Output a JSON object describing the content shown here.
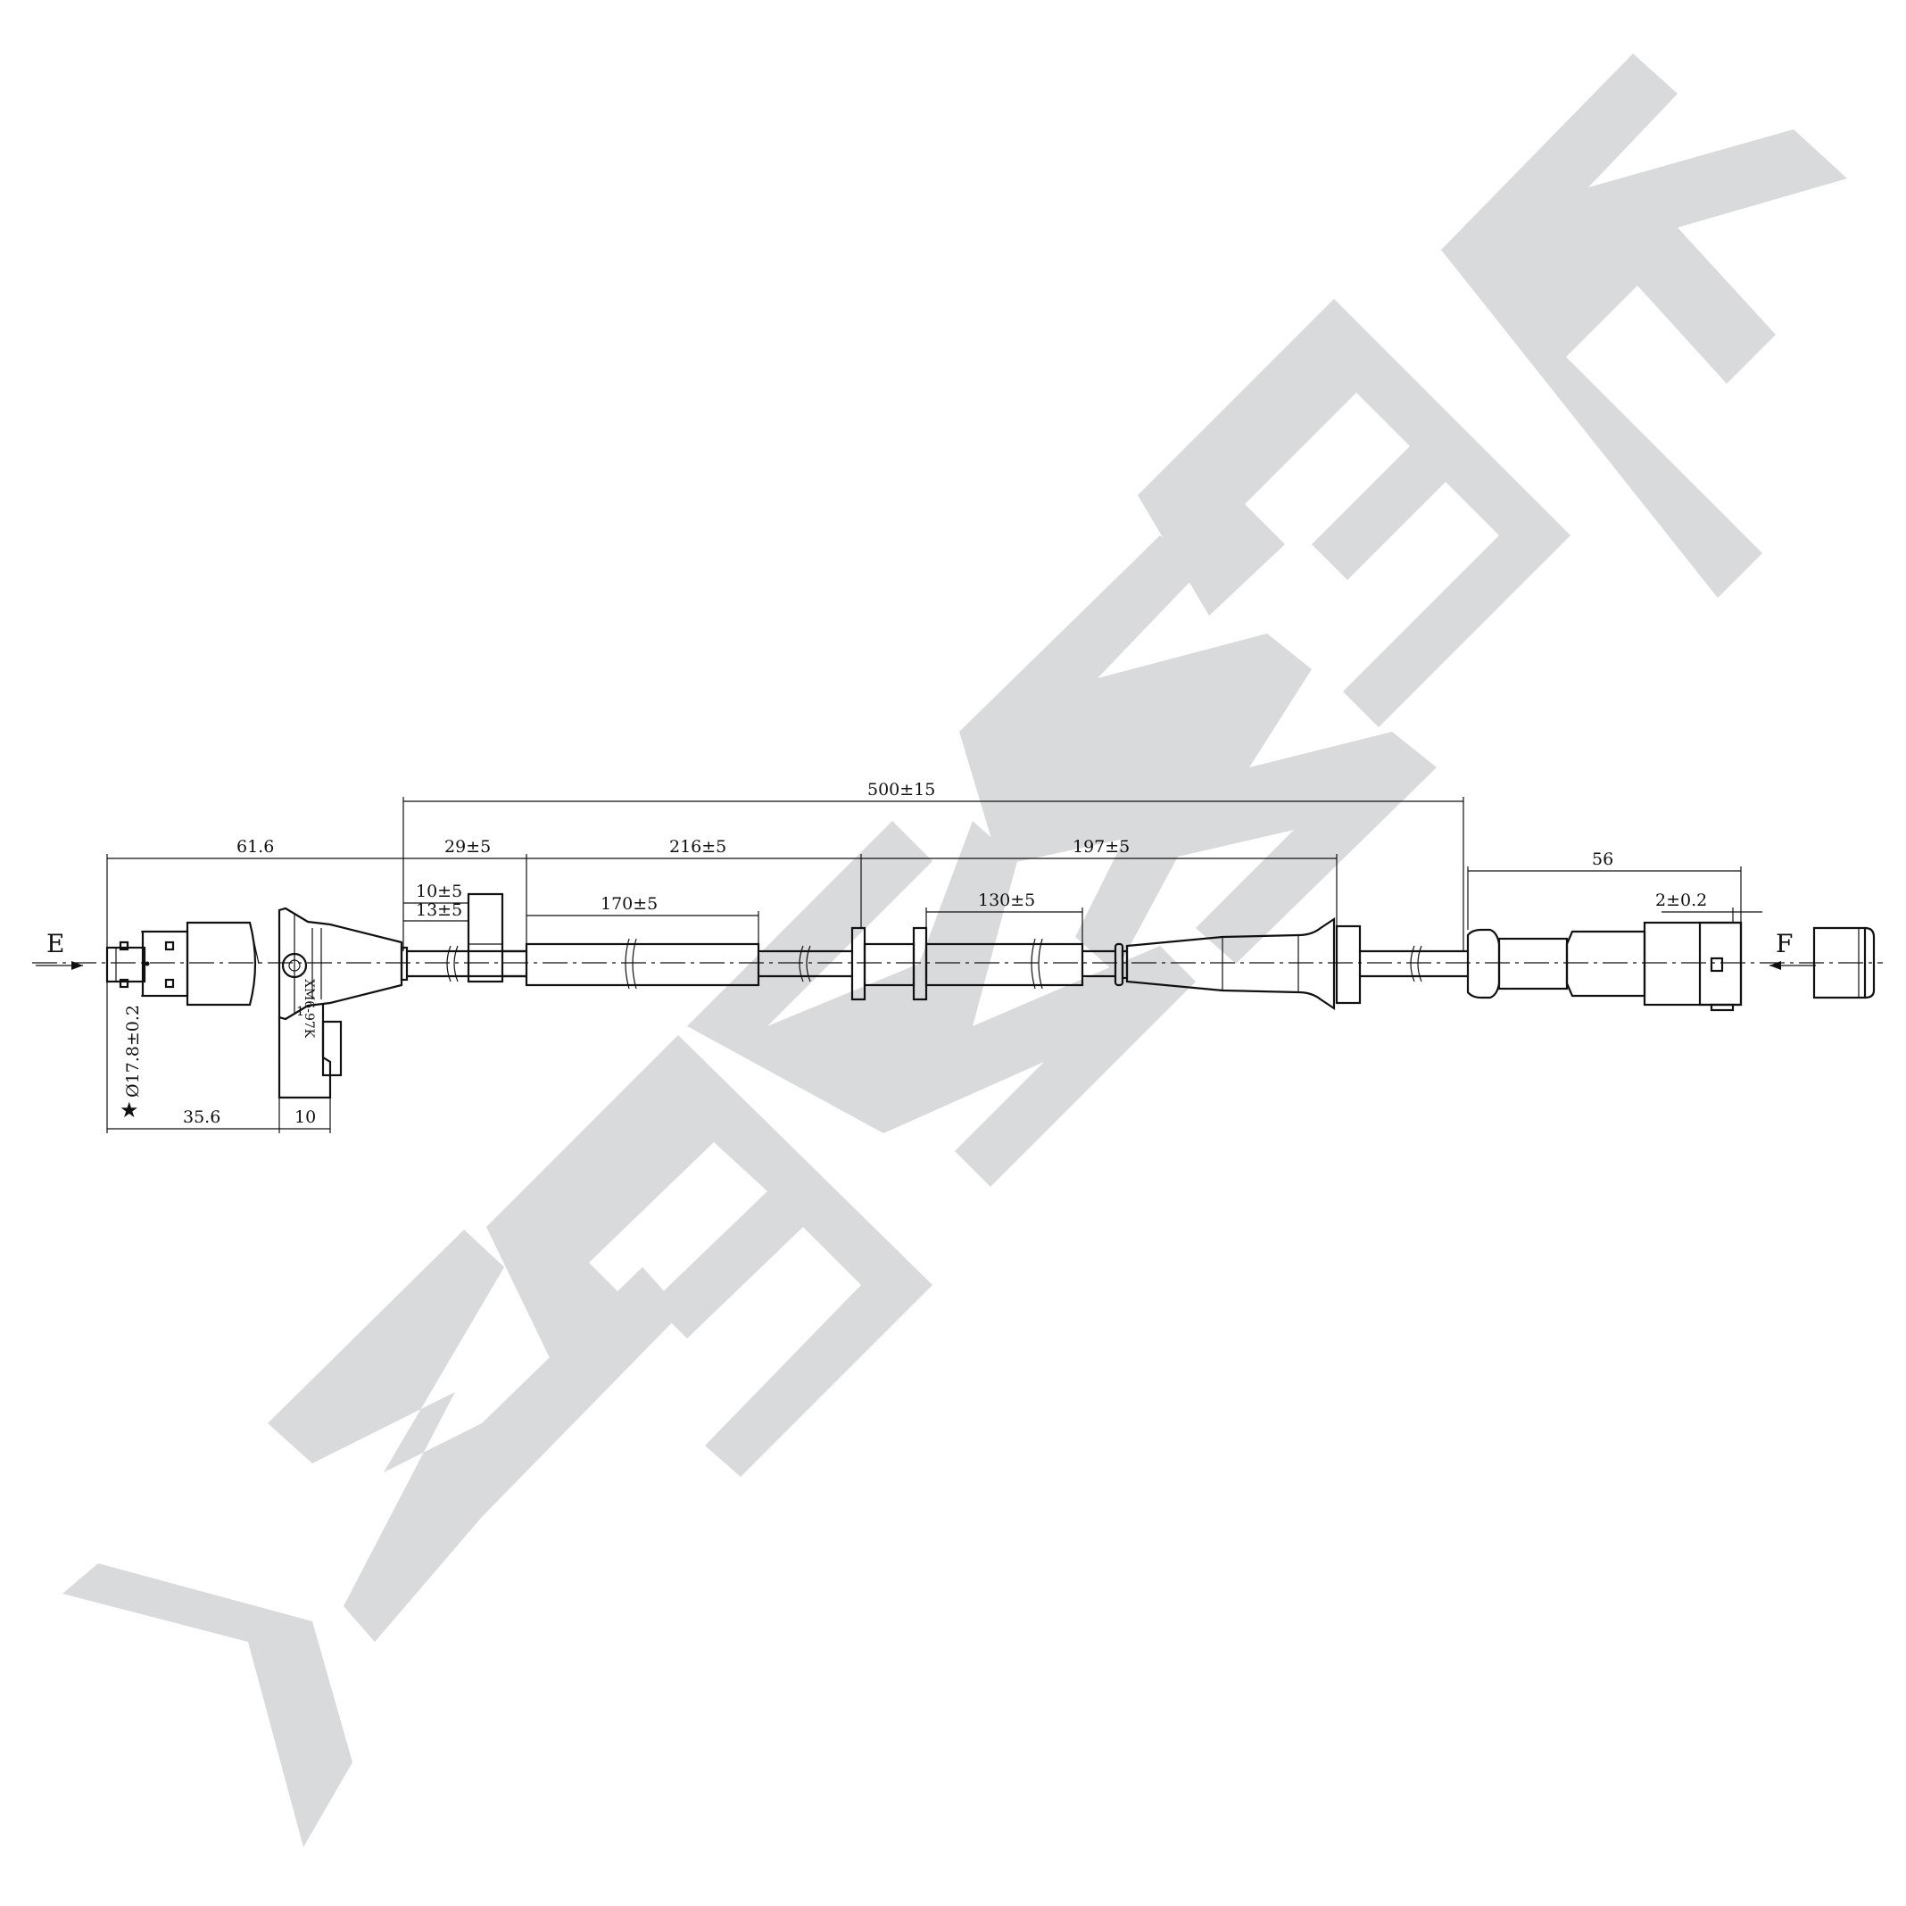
{
  "watermark": {
    "text": "ZENWEK",
    "color": "#d9dadc"
  },
  "views": {
    "left_arrow_label": "E",
    "right_arrow_label": "F"
  },
  "dimensions": {
    "overall_cable": "500±15",
    "sensor_length": "61.6",
    "seg_29": "29±5",
    "seg_216": "216±5",
    "seg_197": "197±5",
    "seg_10": "10±5",
    "seg_13": "13±5",
    "seg_170": "170±5",
    "seg_130": "130±5",
    "connector_length": "56",
    "connector_offset": "2±0.2",
    "diameter_prefix": "★",
    "diameter": "Ø17.8±0.2",
    "base_35": "35.6",
    "base_10": "10"
  },
  "markings": {
    "sensor_code": "XM6-97K",
    "sensor_number": "1"
  }
}
